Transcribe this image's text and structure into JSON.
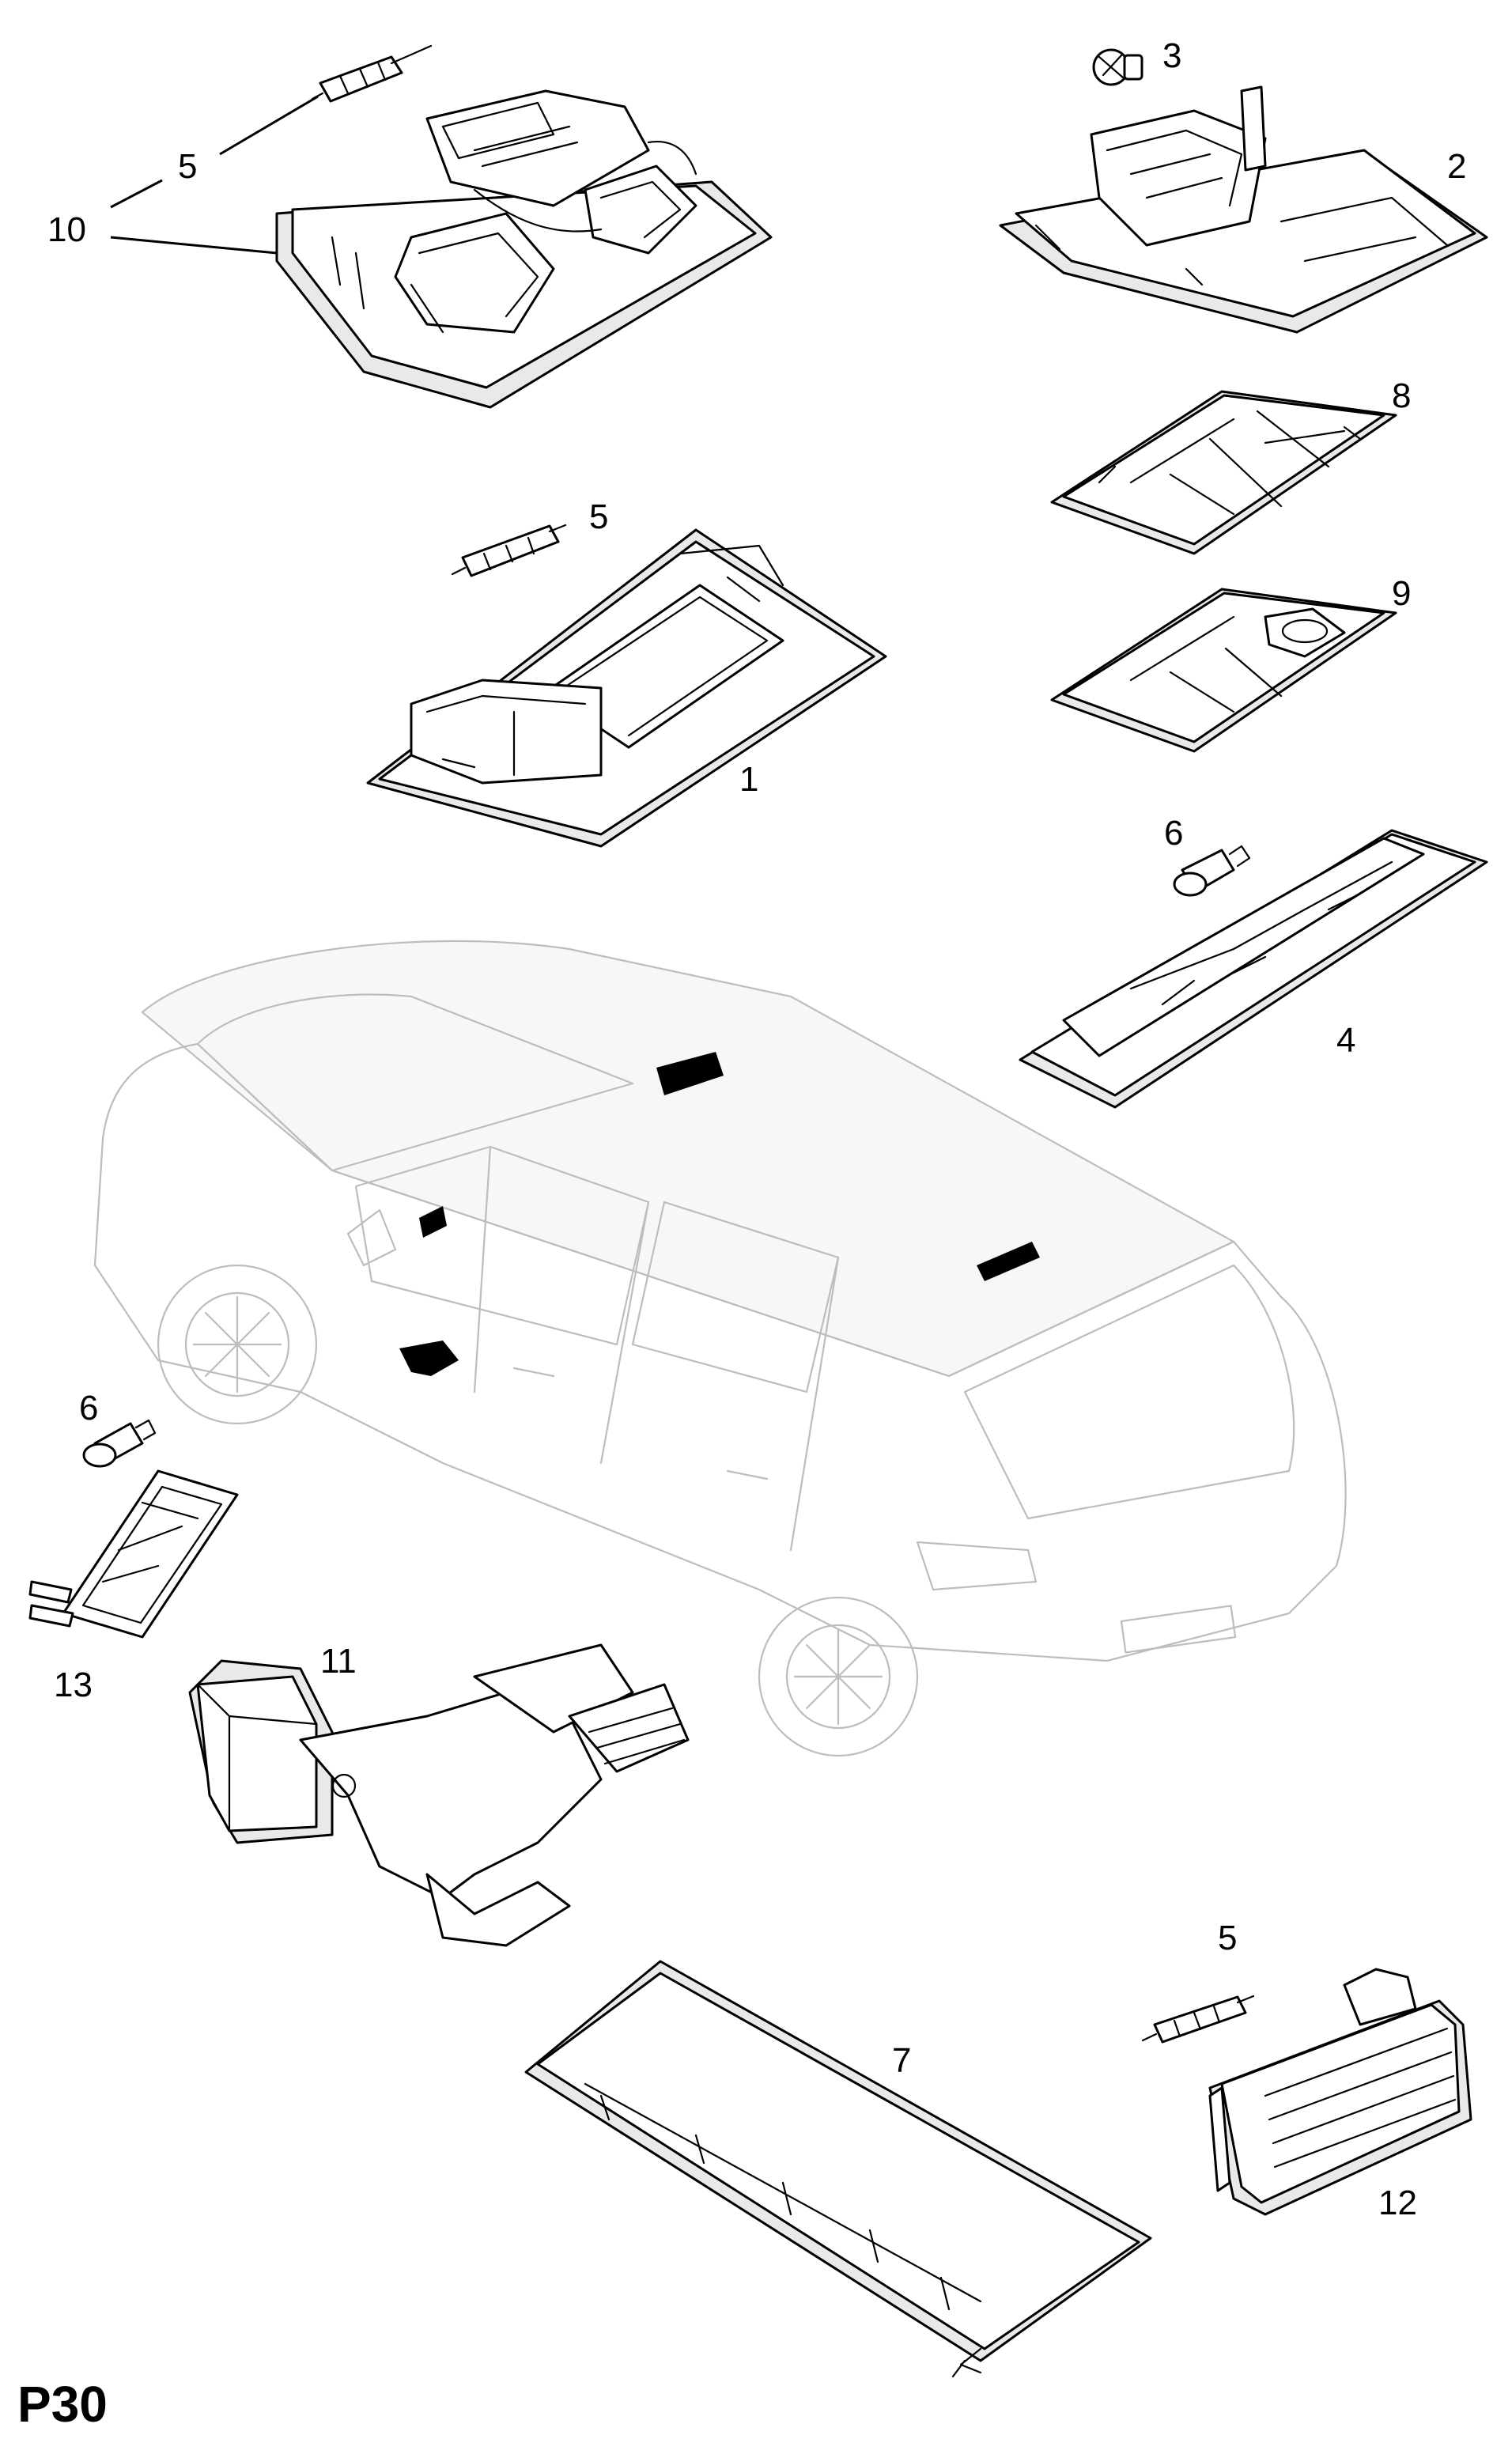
{
  "page_code": "P30",
  "callouts": {
    "c1": "1",
    "c2": "2",
    "c3": "3",
    "c4": "4",
    "c5a": "5",
    "c5b": "5",
    "c5c": "5",
    "c6a": "6",
    "c6b": "6",
    "c7": "7",
    "c8": "8",
    "c9": "9",
    "c10": "10",
    "c11": "11",
    "c12": "12",
    "c13": "13"
  }
}
